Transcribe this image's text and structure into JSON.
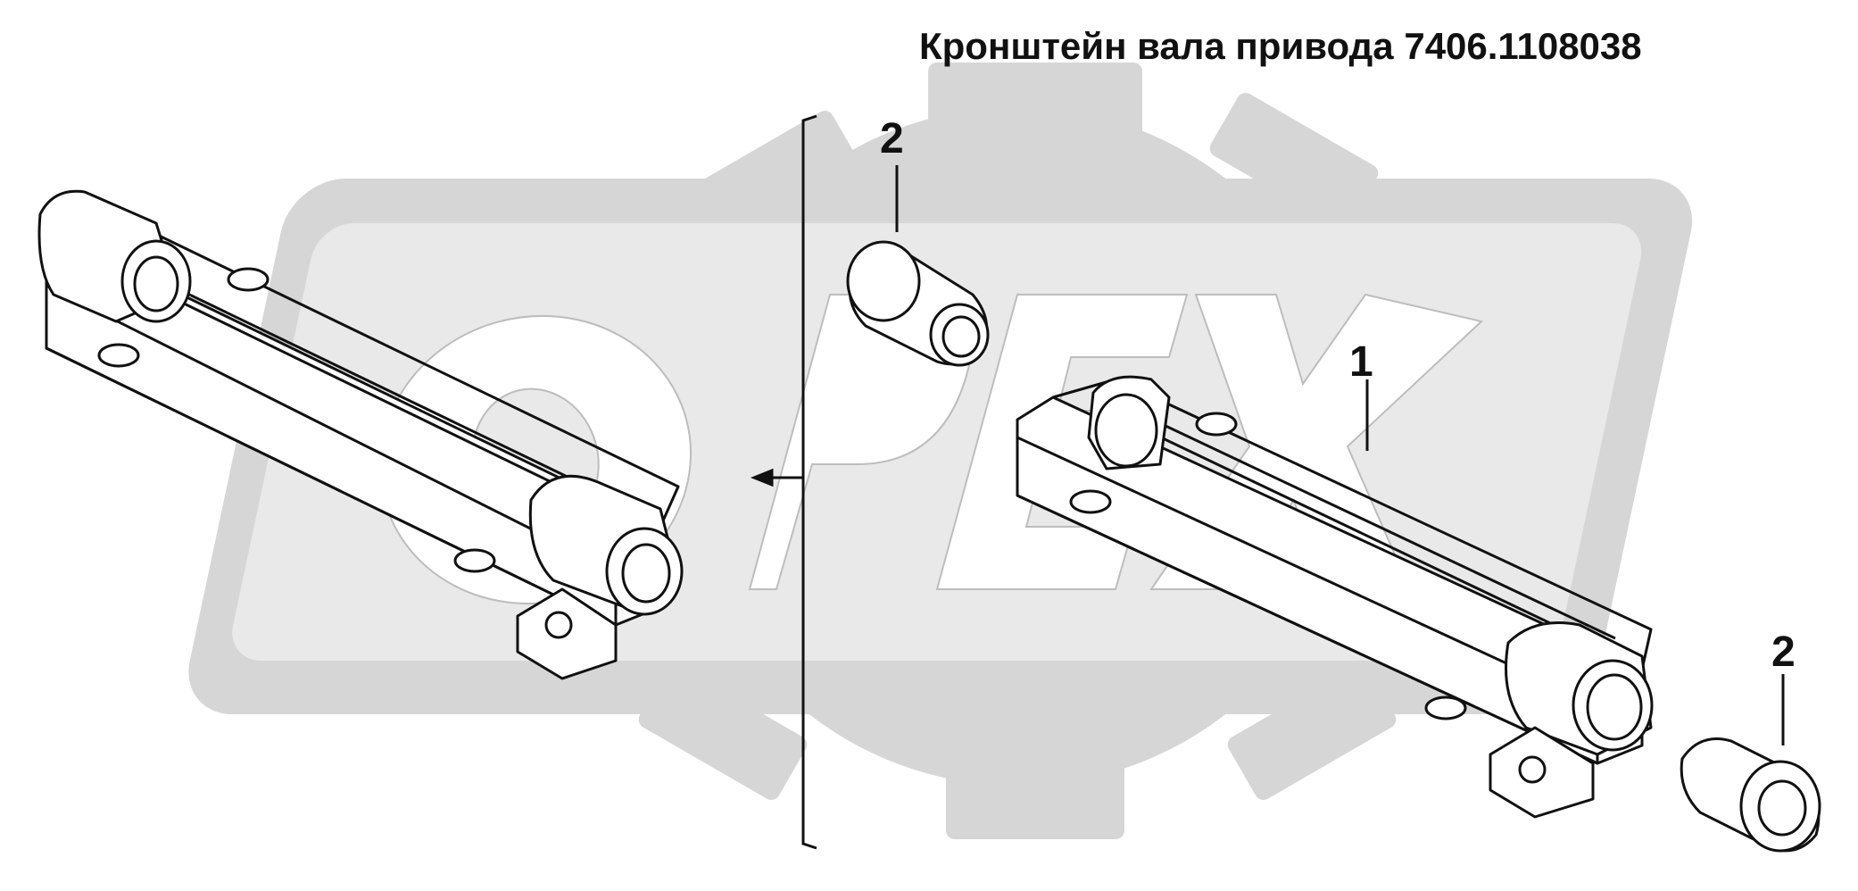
{
  "diagram": {
    "title": "Кронштейн вала привода 7406.1108038",
    "callouts": {
      "left_2": "2",
      "right_1": "1",
      "right_2": "2"
    },
    "watermark": "OPEX",
    "colors": {
      "line": "#111111",
      "watermark": "#d2d2d2",
      "watermark_outline": "#c6c6c6"
    }
  }
}
